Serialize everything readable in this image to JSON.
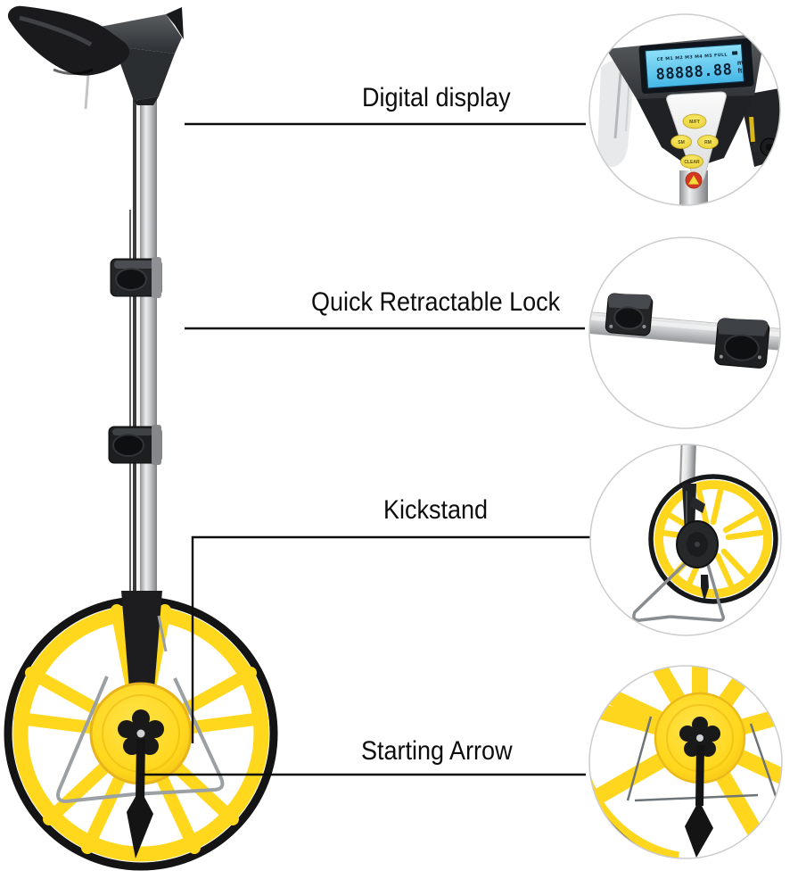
{
  "callouts": {
    "digital_display": "Digital display",
    "quick_retractable_lock": "Quick Retractable Lock",
    "kickstand": "Kickstand",
    "starting_arrow": "Starting Arrow"
  },
  "lcd": {
    "status_row": "CE M1 M2 M3 M4 M5 FULL",
    "reading": "88888.88",
    "unit_top": "m",
    "unit_bottom": "ft"
  },
  "keypad": {
    "mft": "M/FT",
    "sm": "SM",
    "rm": "RM",
    "clear": "CLEAR"
  },
  "icons": {
    "alarm_button": "warning-triangle",
    "battery": "battery-full"
  },
  "colors": {
    "wheel_yellow": "#FFD71C",
    "wheel_yellow_dark": "#E8B41C",
    "lcd_blue": "#58C8F0",
    "button_yellow": "#F2DC3A",
    "alarm_red": "#D4391F",
    "callout_line": "#0D0D0D",
    "detail_circle_border": "#CCCCCC",
    "pole_silver": "#C7C9CB"
  }
}
